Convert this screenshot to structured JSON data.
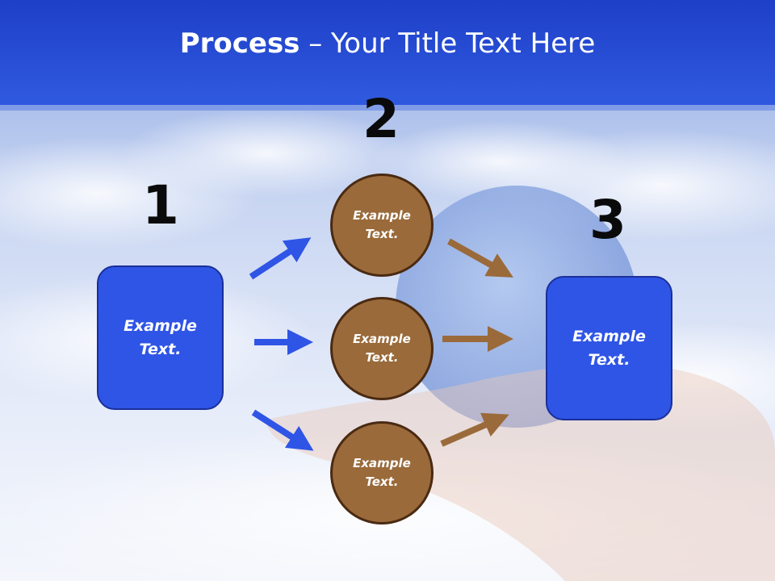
{
  "title": {
    "bold": "Process",
    "rest": " – Your Title Text Here"
  },
  "steps": [
    {
      "number": "1",
      "label_line1": "Example",
      "label_line2": "Text."
    },
    {
      "number": "2",
      "circles": [
        {
          "line1": "Example",
          "line2": "Text."
        },
        {
          "line1": "Example",
          "line2": "Text."
        },
        {
          "line1": "Example",
          "line2": "Text."
        }
      ]
    },
    {
      "number": "3",
      "label_line1": "Example",
      "label_line2": "Text."
    }
  ],
  "colors": {
    "title_bar": "#2a4fd6",
    "box": "#2f55e6",
    "circle": "#9a6a3a",
    "blue_arrow": "#2f55e6",
    "brown_arrow": "#9a6a3a"
  }
}
